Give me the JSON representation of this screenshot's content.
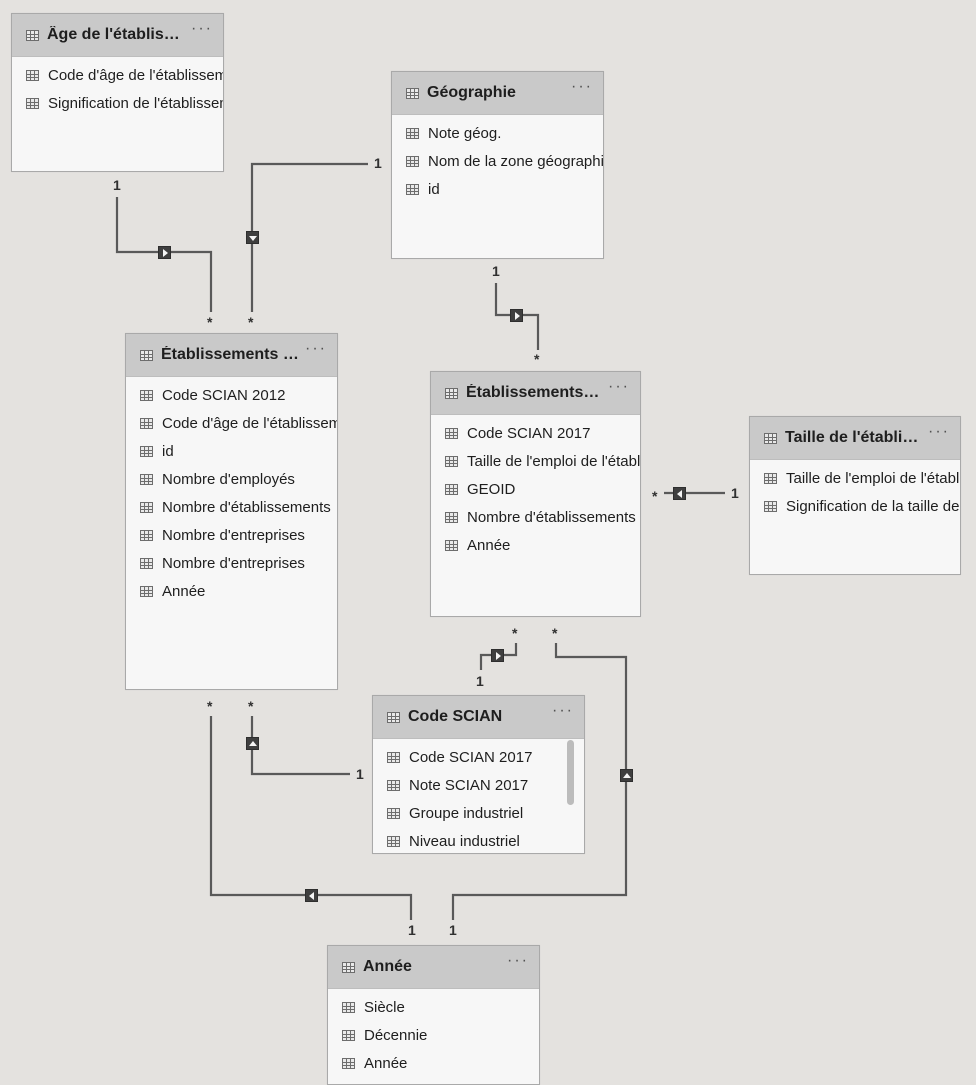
{
  "tables": {
    "age": {
      "title": "Âge de l'établisse...",
      "menu": "···",
      "fields": [
        "Code d'âge de l'établisseme",
        "Signification de l'établissem"
      ]
    },
    "geo": {
      "title": "Géographie",
      "menu": "···",
      "fields": [
        "Note géog.",
        "Nom de la zone géographiq",
        "id"
      ]
    },
    "etab_af": {
      "title": "Établissements d'af...",
      "menu": "···",
      "fields": [
        "Code SCIAN 2012",
        "Code d'âge de l'établisseme",
        "id",
        "Nombre d'employés",
        "Nombre d'établissements",
        "Nombre d'entreprises",
        "Nombre d'entreprises",
        "Année"
      ]
    },
    "etab_par": {
      "title": "Établissements par...",
      "menu": "···",
      "fields": [
        "Code SCIAN 2017",
        "Taille de l'emploi de l'établ.",
        "GEOID",
        "Nombre d'établissements",
        "Année"
      ]
    },
    "taille": {
      "title": "Taille de l'établisse...",
      "menu": "···",
      "fields": [
        "Taille de l'emploi de l'établ.",
        "Signification de la taille de l'"
      ]
    },
    "scian": {
      "title": "Code SCIAN",
      "menu": "···",
      "fields": [
        "Code SCIAN 2017",
        "Note SCIAN 2017",
        "Groupe industriel",
        "Niveau industriel"
      ]
    },
    "annee": {
      "title": "Année",
      "menu": "···",
      "fields": [
        "Siècle",
        "Décennie",
        "Année"
      ]
    }
  },
  "cardinality": {
    "one": "1",
    "many": "*"
  },
  "icons": {
    "table": "table-icon",
    "filter_marker": "filter-direction-arrow-icon"
  }
}
